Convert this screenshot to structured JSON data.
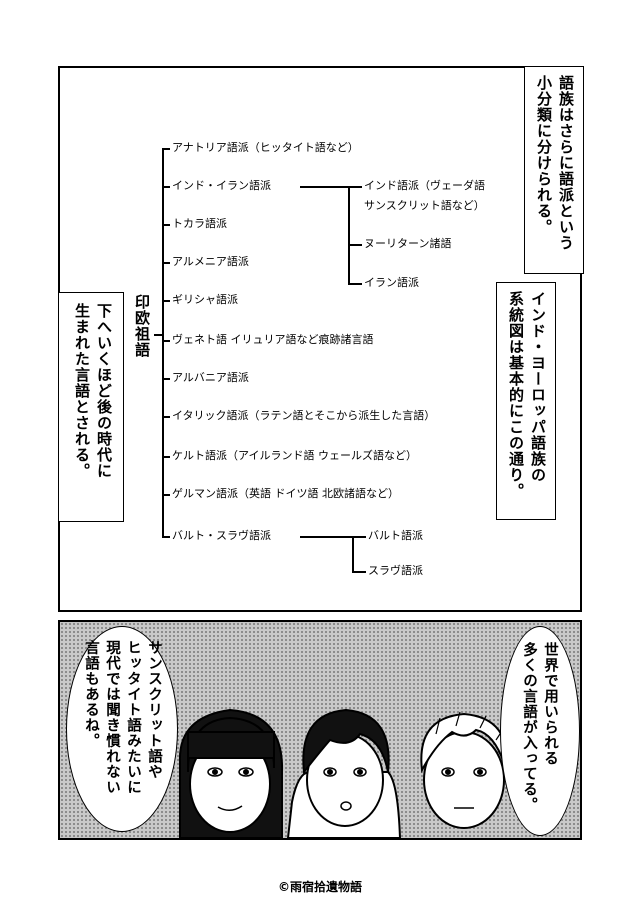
{
  "narration": {
    "top_right": "語族はさらに語派という\n小分類に分けられる。",
    "right_middle": "インド・ヨーロッパ語族の\n系統図は基本的にこの通り。",
    "left_middle": "下へいくほど後の時代に\n生まれた言語とされる。"
  },
  "tree": {
    "root": "印欧祖語",
    "branches": [
      "アナトリア語派（ヒッタイト語など）",
      "インド・イラン語派",
      "トカラ語派",
      "アルメニア語派",
      "ギリシャ語派",
      "ヴェネト語 イリュリア語など痕跡諸言語",
      "アルバニア語派",
      "イタリック語派（ラテン語とそこから派生した言語）",
      "ケルト語派（アイルランド語 ウェールズ語など）",
      "ゲルマン語派（英語 ドイツ語 北欧諸語など）",
      "バルト・スラヴ語派"
    ],
    "indo_iranian_children": [
      "インド語派（ヴェーダ語",
      "サンスクリット語など）",
      "ヌーリターン諸語",
      "イラン語派"
    ],
    "balto_slavic_children": [
      "バルト語派",
      "スラヴ語派"
    ]
  },
  "dialogue": {
    "right_bubble": "世界で用いられる\n多くの言語が入ってる。",
    "left_bubble": "サンスクリット語や\nヒッタイト語みたいに\n現代では聞き慣れない\n言語もあるね。"
  },
  "copyright": "©雨宿拾遺物語"
}
